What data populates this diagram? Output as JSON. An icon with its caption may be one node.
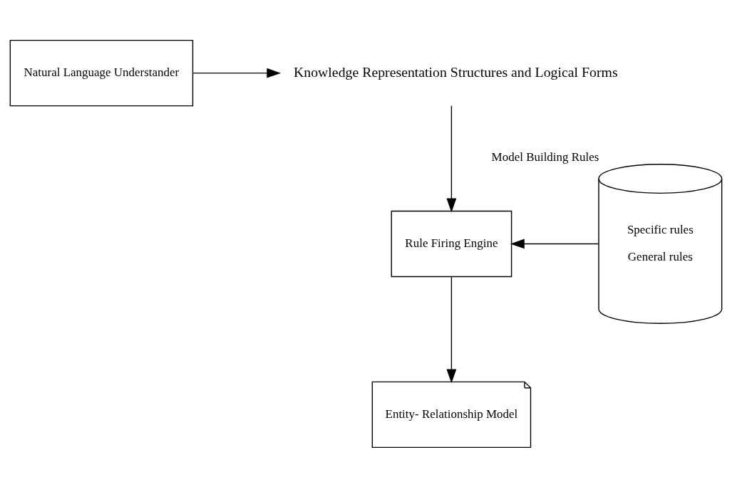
{
  "diagram": {
    "nodes": [
      {
        "text": [
          "Natural Language Understander"
        ]
      },
      {
        "text": [
          "Knowledge Representation Structures and Logical Forms"
        ]
      },
      {
        "text": [
          "Rule Firing Engine"
        ]
      },
      {
        "text": [
          "Model Building Rules",
          "Specific rules",
          "General rules"
        ]
      },
      {
        "text": [
          "Entity- Relationship Model"
        ]
      }
    ],
    "edges": [
      {
        "from": 0,
        "to": 1,
        "arrow": "to"
      },
      {
        "from": 1,
        "to": 2,
        "arrow": "to"
      },
      {
        "from": 3,
        "to": 2,
        "arrow": "to"
      },
      {
        "from": 2,
        "to": 4,
        "arrow": "to"
      }
    ]
  }
}
